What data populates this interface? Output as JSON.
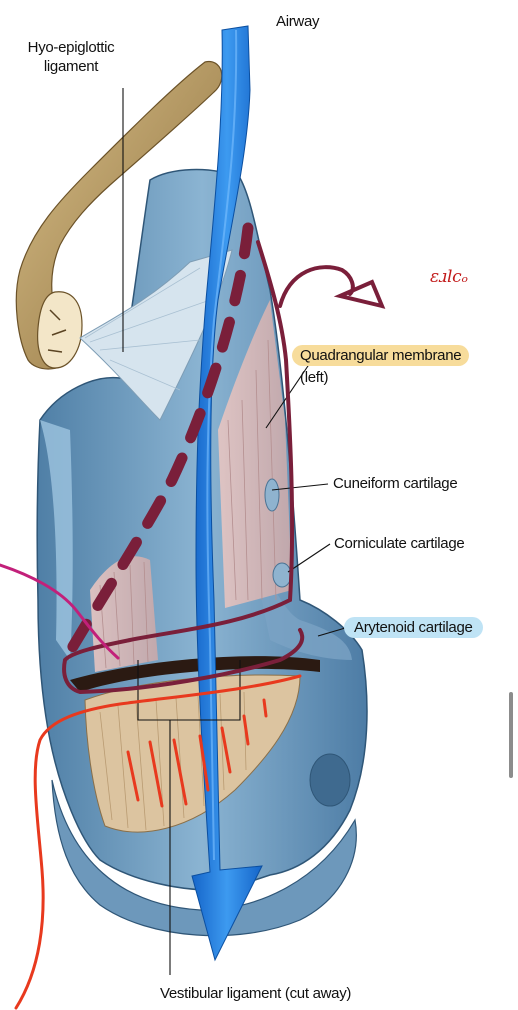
{
  "labels": {
    "airway": "Airway",
    "hyo_epiglottic_line1": "Hyo-epiglottic",
    "hyo_epiglottic_line2": "ligament",
    "quadrangular_line1": "Quadrangular membrane",
    "quadrangular_line2": "(left)",
    "cuneiform": "Cuneiform cartilage",
    "corniculate": "Corniculate cartilage",
    "arytenoid": "Arytenoid cartilage",
    "vestibular": "Vestibular ligament (cut away)"
  },
  "annotations": {
    "handwritten_note": "ɛɹlcₒ"
  },
  "colors": {
    "annotation_maroon": "#7a1f3a",
    "annotation_red": "#e8391e",
    "annotation_pink": "#c2207a",
    "airway_blue": "#1e78d6",
    "highlight_yellow": "#f7dc9b",
    "highlight_blue": "#bfe3f5"
  }
}
